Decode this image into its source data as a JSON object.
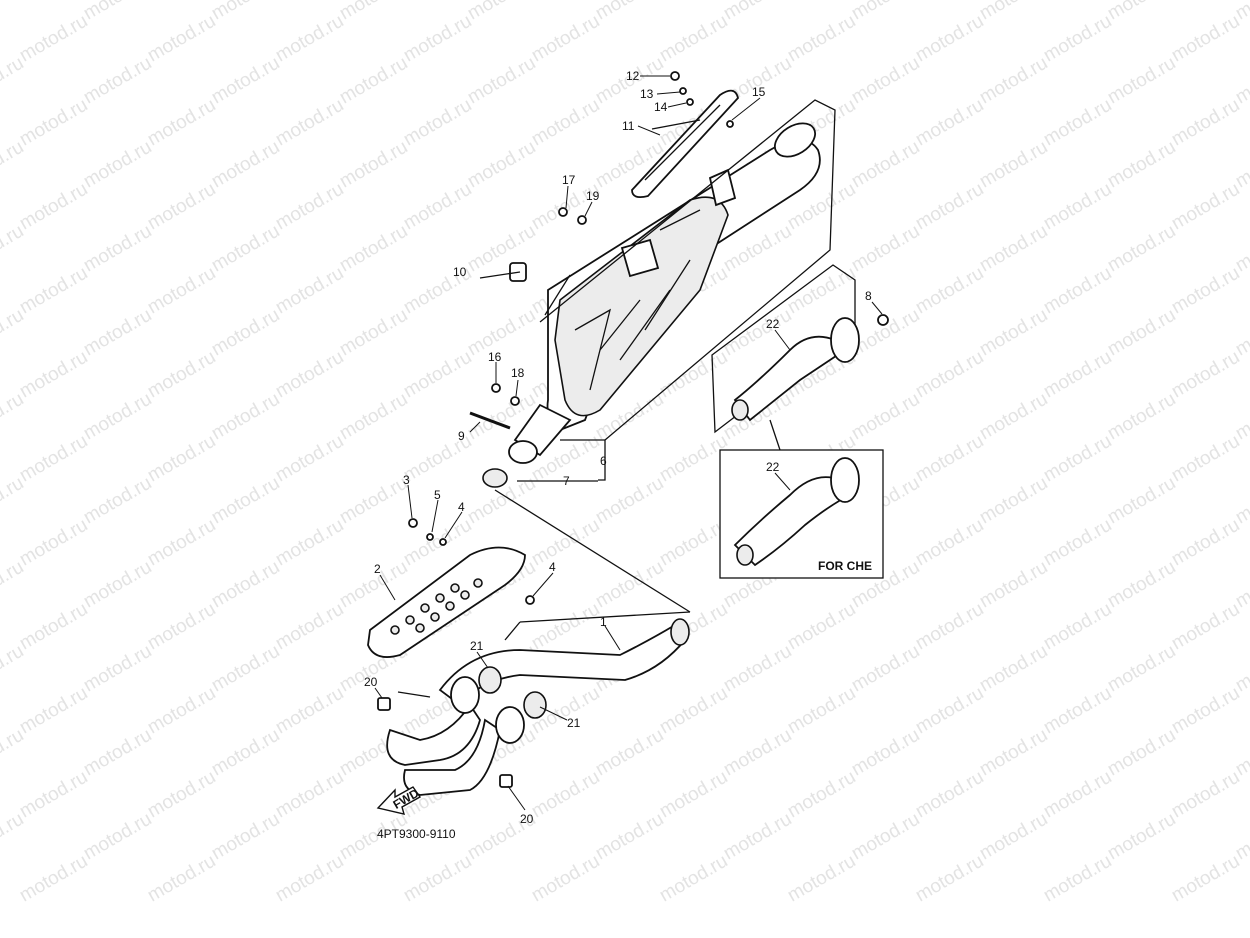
{
  "watermark": "motod.ru",
  "diagram_code": "4PT9300-9110",
  "inset_label": "FOR CHE",
  "fwd_label": "FWD",
  "callouts": {
    "c12": "12",
    "c13": "13",
    "c14": "14",
    "c15": "15",
    "c11": "11",
    "c17": "17",
    "c19": "19",
    "c10": "10",
    "c16": "16",
    "c18": "18",
    "c9": "9",
    "c6": "6",
    "c7": "7",
    "c3": "3",
    "c5": "5",
    "c4a": "4",
    "c2": "2",
    "c4b": "4",
    "c1": "1",
    "c21a": "21",
    "c21b": "21",
    "c20a": "20",
    "c20b": "20",
    "c8": "8",
    "c22a": "22",
    "c22b": "22"
  }
}
